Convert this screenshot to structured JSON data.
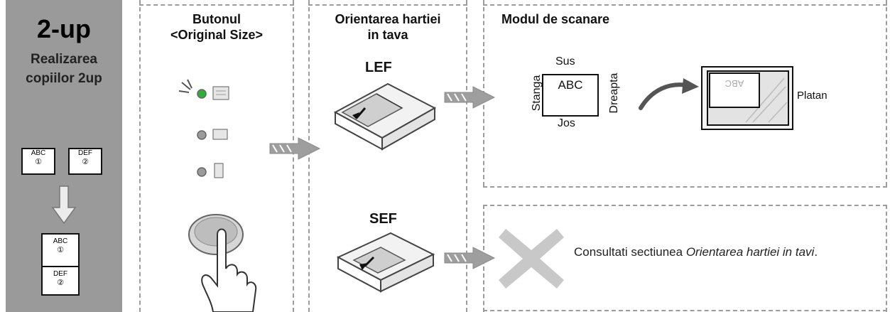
{
  "left_panel": {
    "title": "2-up",
    "subtitle_line1": "Realizarea",
    "subtitle_line2": "copiilor 2up",
    "pages": [
      {
        "text": "ABC",
        "num": "①"
      },
      {
        "text": "DEF",
        "num": "②"
      }
    ],
    "result_pages": [
      {
        "text": "ABC",
        "num": "①"
      },
      {
        "text": "DEF",
        "num": "②"
      }
    ],
    "panel_color": "#9a9a9a"
  },
  "button_section": {
    "heading_line1": "Butonul",
    "heading_line2": "<Original Size>"
  },
  "paper_section": {
    "heading_line1": "Orientarea hartiei",
    "heading_line2": "in tava",
    "lef_label": "LEF",
    "sef_label": "SEF"
  },
  "scan_section": {
    "heading": "Modul de scanare",
    "top_label": "Sus",
    "bottom_label": "Jos",
    "left_label": "Stanga",
    "right_label": "Dreapta",
    "doc_text": "ABC",
    "platen_doc_text": "ABC",
    "platen_label": "Platan"
  },
  "note": {
    "text_plain": "Consultati sectiunea ",
    "text_italic": "Orientarea hartiei in tavi",
    "text_end": "."
  },
  "colors": {
    "dash": "#9c9c9c",
    "arrow": "#9e9e9e",
    "cross": "#c8c8c8",
    "led_green": "#2fae3a"
  }
}
